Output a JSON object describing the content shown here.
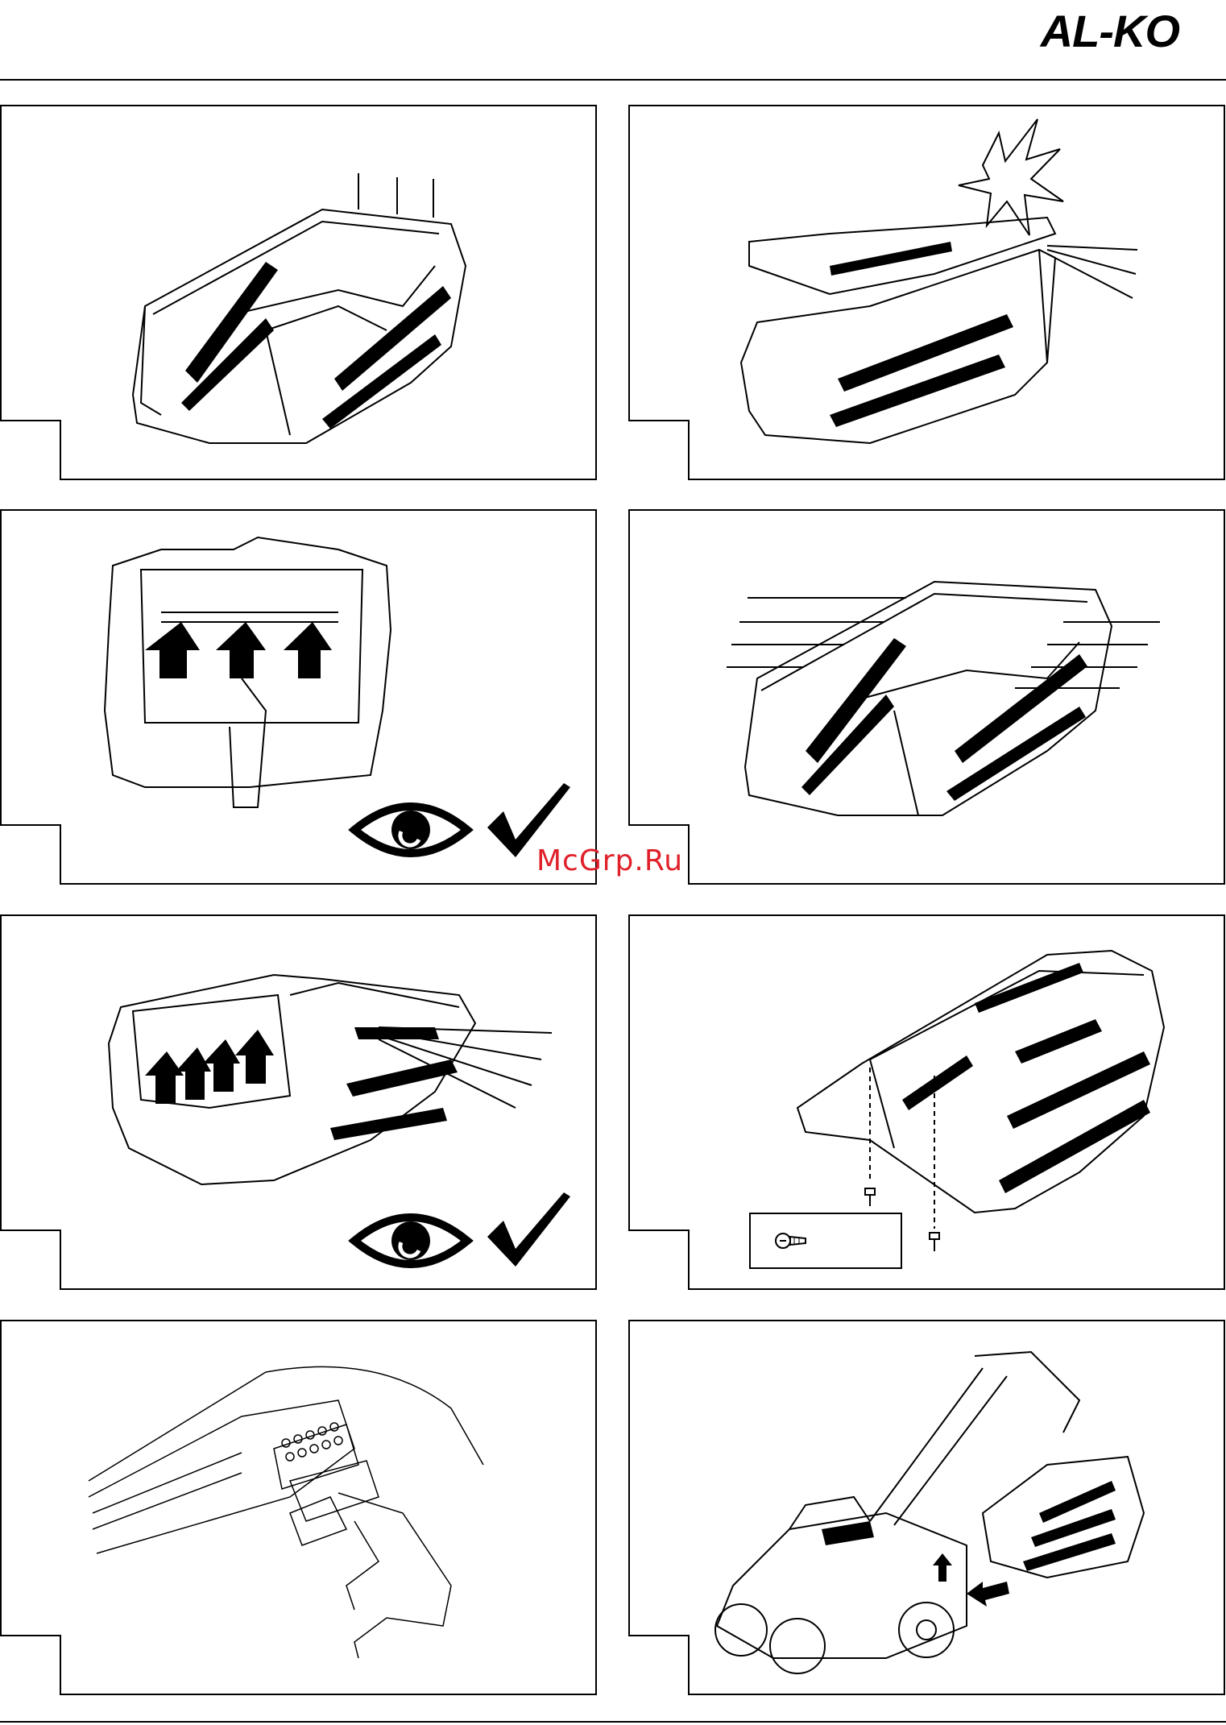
{
  "header": {
    "brand": "AL-KO"
  },
  "watermark": {
    "text": "McGrp.Ru"
  },
  "panels": [
    {
      "id": "1",
      "content": "grass-catcher-parts"
    },
    {
      "id": "2",
      "content": "catcher-lid-click"
    },
    {
      "id": "3",
      "content": "clips-up-check"
    },
    {
      "id": "4",
      "content": "catcher-callouts"
    },
    {
      "id": "5",
      "content": "clips-up-check-side"
    },
    {
      "id": "6",
      "content": "screw-mounting"
    },
    {
      "id": "7",
      "content": "label-applied"
    },
    {
      "id": "8",
      "content": "attach-catcher-to-mower"
    }
  ],
  "colors": {
    "ink": "#000000",
    "watermark": "#e0202a",
    "paper": "#ffffff"
  },
  "icons": [
    "eye-icon",
    "checkmark-icon",
    "arrow-up-icon",
    "screw-icon",
    "burst-icon"
  ]
}
